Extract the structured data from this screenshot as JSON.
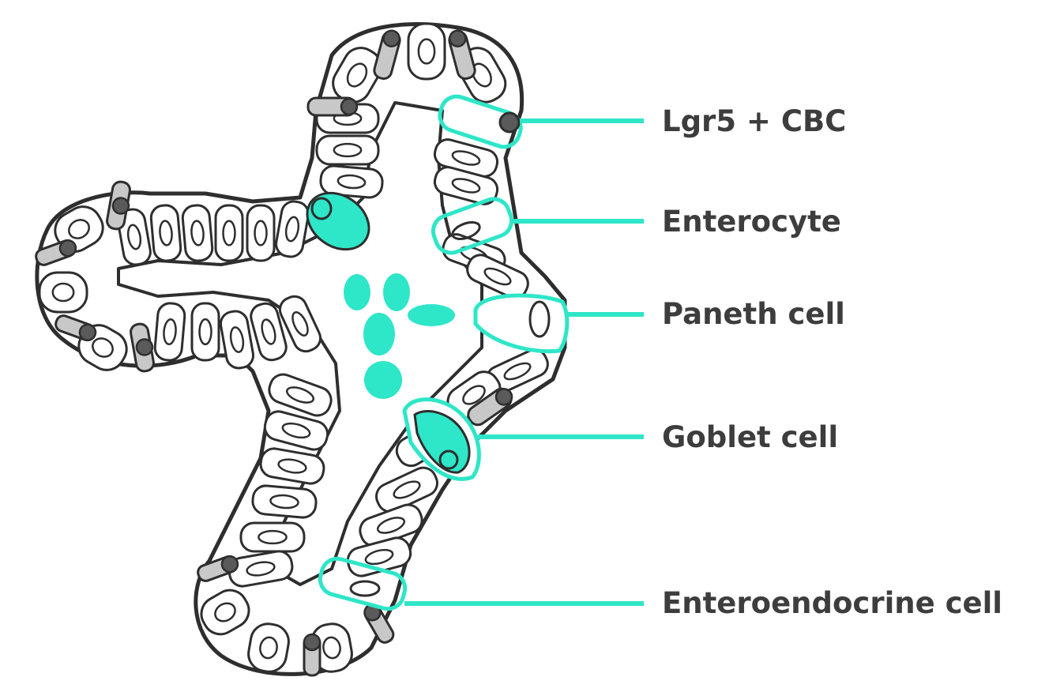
{
  "colors": {
    "accent": "#2ee6c8",
    "outline": "#2e2e2e",
    "cell_fill": "#ffffff",
    "crypt_cell_fill": "#c8c8c8",
    "dark_nucleus": "#5a5a5a",
    "label_text": "#3d3d3d"
  },
  "labels": [
    {
      "id": "lgr5",
      "text": "Lgr5 + CBC"
    },
    {
      "id": "enterocyte",
      "text": "Enterocyte"
    },
    {
      "id": "paneth",
      "text": "Paneth cell"
    },
    {
      "id": "goblet",
      "text": "Goblet cell"
    },
    {
      "id": "enteroendocrine",
      "text": "Enteroendocrine cell"
    }
  ]
}
